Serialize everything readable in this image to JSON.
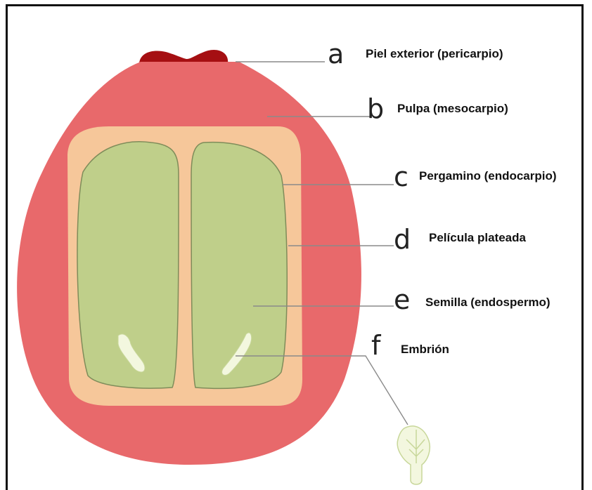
{
  "labels": [
    {
      "letter": "a",
      "text": "Piel exterior (pericarpio)"
    },
    {
      "letter": "b",
      "text": "Pulpa (mesocarpio)"
    },
    {
      "letter": "c",
      "text": "Pergamino (endocarpio)"
    },
    {
      "letter": "d",
      "text": "Película plateada"
    },
    {
      "letter": "e",
      "text": "Semilla (endospermo)"
    },
    {
      "letter": "f",
      "text": "Embrión"
    }
  ],
  "colors": {
    "skin": "#a50f12",
    "pulp": "#e8696b",
    "parchment": "#f6c79a",
    "silverskin": "#7f8c5a",
    "seed": "#bfcf8a",
    "embryo": "#f3f7df",
    "embryo_outline": "#c8d79a",
    "leader": "#8a8a8a"
  }
}
